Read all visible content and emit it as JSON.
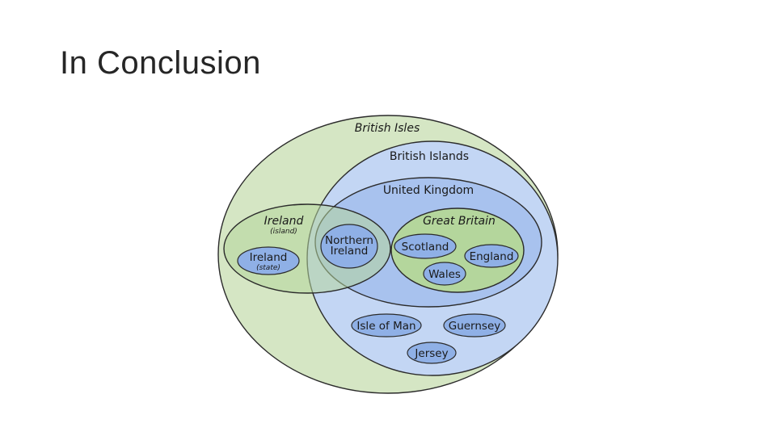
{
  "slide": {
    "title": "In Conclusion"
  },
  "diagram": {
    "british_isles": "British Isles",
    "british_islands": "British Islands",
    "united_kingdom": "United Kingdom",
    "ireland_island": "Ireland",
    "ireland_island_note": "(island)",
    "ireland_state": "Ireland",
    "ireland_state_note": "(state)",
    "northern_ireland_line1": "Northern",
    "northern_ireland_line2": "Ireland",
    "great_britain": "Great Britain",
    "scotland": "Scotland",
    "england": "England",
    "wales": "Wales",
    "isle_of_man": "Isle of Man",
    "guernsey": "Guernsey",
    "jersey": "Jersey"
  },
  "colors": {
    "green_fill": "#d5e6c4",
    "green_region": "#b4d69c",
    "blue_fill": "#c3d6f4",
    "uk_fill": "#a8c2ee",
    "bubble_fill": "#8fb0e6",
    "stroke": "#2b2b2b"
  }
}
